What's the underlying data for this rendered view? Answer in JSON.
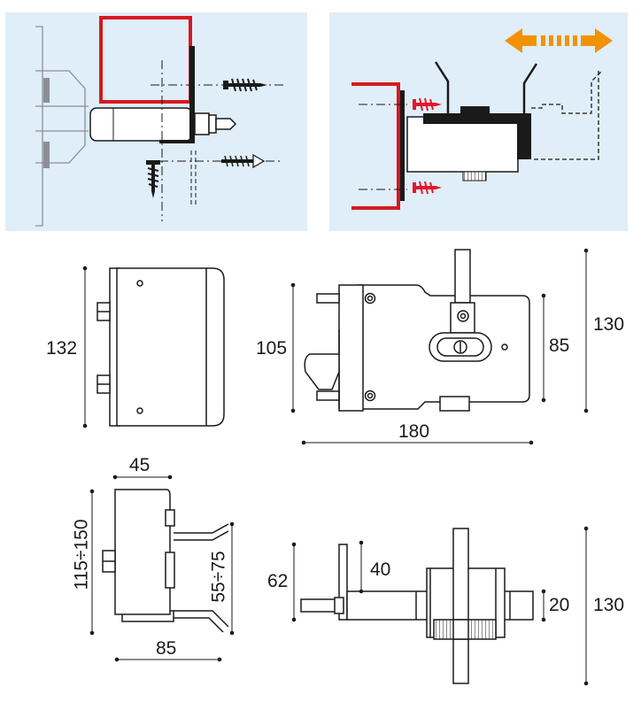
{
  "colors": {
    "panel_bg": "#dfeef8",
    "frame_red": "#d71920",
    "screw_red": "#e3172d",
    "arrow_orange": "#f39200",
    "line": "#1a1a1a",
    "panel_lines": "#8a8f96"
  },
  "icons": {
    "movement_arrow": "double-arrow-icon",
    "screw": "screw-icon"
  },
  "dimensions": {
    "front_height": "132",
    "top_inner_height": "105",
    "top_plate_height": "85",
    "top_total_height": "130",
    "top_width": "180",
    "side_width": "45",
    "side_height_range": "115÷150",
    "side_inner_range": "55÷75",
    "side_depth": "85",
    "bottom_left_height": "62",
    "bottom_mid_height": "40",
    "bottom_small_height": "20",
    "bottom_total_height": "130"
  }
}
